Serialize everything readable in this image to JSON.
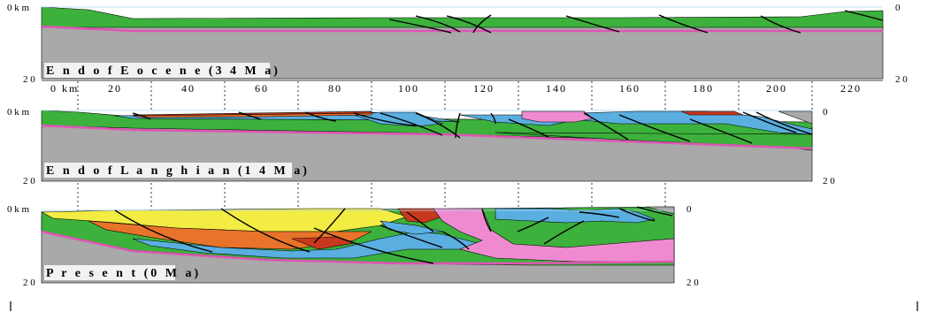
{
  "colors": {
    "basement": "#a9a9a9",
    "green": "#3cb13c",
    "blue": "#5aaee0",
    "pink": "#f08ad0",
    "orange": "#e8732a",
    "red": "#c8381e",
    "yellow": "#f3ec42",
    "moho": "#e054b4",
    "sky": "#a7d8ee"
  },
  "distance_axis": {
    "unit": "0 km",
    "ticks": [
      "20",
      "40",
      "60",
      "80",
      "100",
      "120",
      "140",
      "160",
      "180",
      "200",
      "220"
    ]
  },
  "panels": [
    {
      "caption": "E n d o f E o c e n e (3 4 M a)",
      "top_left_depth": "0 k m",
      "bottom_left_depth": "2 0",
      "top_right_depth": "0",
      "bottom_right_depth": "2 0"
    },
    {
      "caption": "E n d o f L a n g h i a n (1 4 M a)",
      "top_left_depth": "0 k m",
      "bottom_left_depth": "2 0",
      "top_right_depth": "0",
      "bottom_right_depth": "2 0"
    },
    {
      "caption": "P r e s e n t (0 M a)",
      "top_left_depth": "0 k m",
      "bottom_left_depth": "2 0",
      "top_right_depth": "0",
      "bottom_right_depth": "2 0"
    }
  ]
}
